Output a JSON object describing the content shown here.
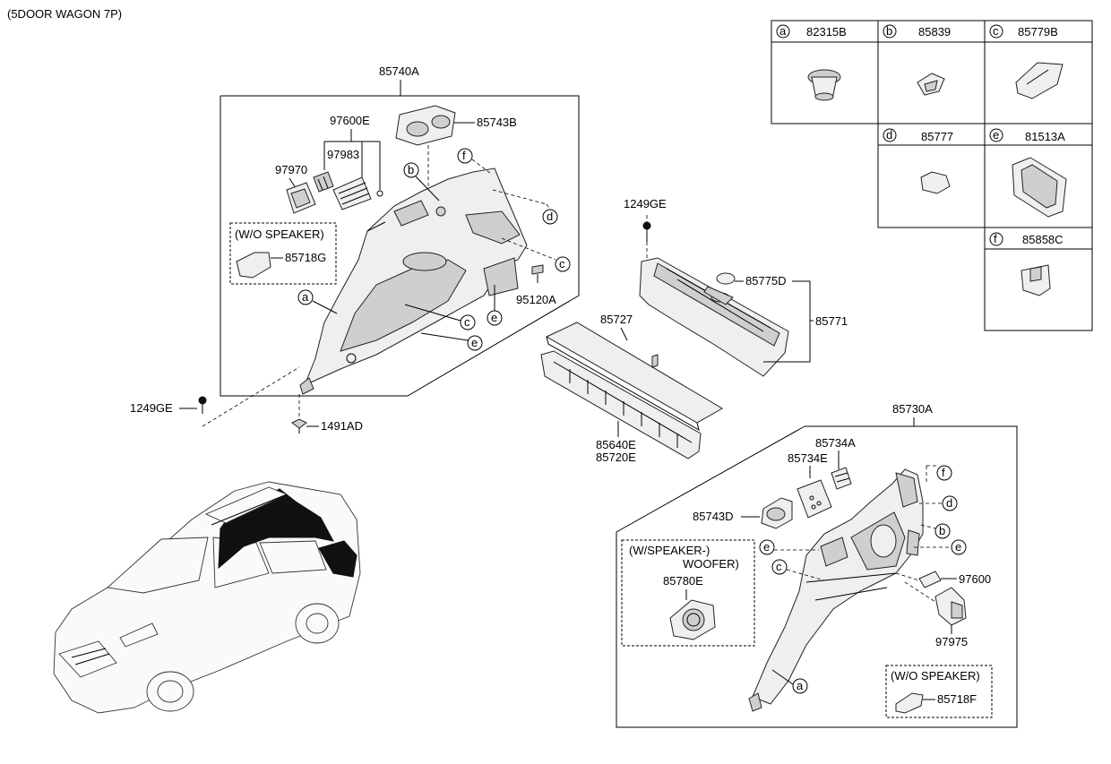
{
  "diagram": {
    "header": "(5DOOR WAGON 7P)",
    "assemblies": {
      "left_trim": {
        "label": "85740A",
        "parts": [
          "97600E",
          "85743B",
          "97983",
          "97970",
          "95120A",
          "1249GE",
          "1491AD"
        ],
        "variant": {
          "title": "(W/O SPEAKER)",
          "part": "85718G"
        },
        "callouts": [
          "b",
          "f",
          "d",
          "c",
          "a",
          "c",
          "e",
          "e"
        ]
      },
      "center": {
        "parts": [
          "1249GE",
          "85775D",
          "85771",
          "85727",
          "85640E",
          "85720E"
        ]
      },
      "right_trim": {
        "label": "85730A",
        "parts": [
          "85734A",
          "85734E",
          "85743D",
          "97600",
          "97975"
        ],
        "variant1": {
          "title1": "(W/SPEAKER-)",
          "title2": "WOOFER)",
          "part": "85780E"
        },
        "variant2": {
          "title": "(W/O SPEAKER)",
          "part": "85718F"
        },
        "callouts": [
          "f",
          "d",
          "b",
          "e",
          "e",
          "c",
          "a"
        ]
      }
    },
    "legend": [
      {
        "letter": "a",
        "part": "82315B"
      },
      {
        "letter": "b",
        "part": "85839"
      },
      {
        "letter": "c",
        "part": "85779B"
      },
      {
        "letter": "d",
        "part": "85777"
      },
      {
        "letter": "e",
        "part": "81513A"
      },
      {
        "letter": "f",
        "part": "85858C"
      }
    ]
  }
}
